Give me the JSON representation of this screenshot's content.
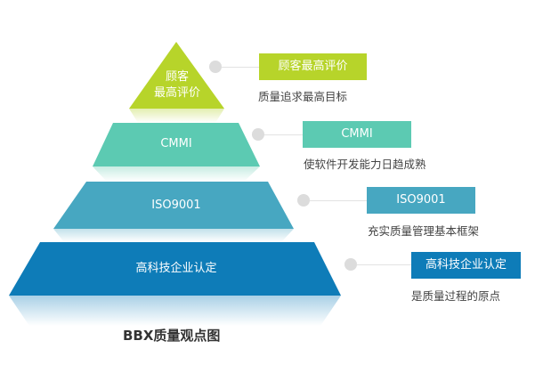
{
  "title": "BBX质量观点图",
  "tiers": [
    {
      "label_lines": [
        "顾客",
        "最高评价"
      ],
      "tag": "顾客最高评价",
      "description": "质量追求最高目标",
      "color": "#b7d42a",
      "reflect_color": "#e3eeb0"
    },
    {
      "label_lines": [
        "CMMI"
      ],
      "tag": "CMMI",
      "description": "使软件开发能力日趋成熟",
      "color": "#5ccab2",
      "reflect_color": "#c8ece3"
    },
    {
      "label_lines": [
        "ISO9001"
      ],
      "tag": "ISO9001",
      "description": "充实质量管理基本框架",
      "color": "#47a7c1",
      "reflect_color": "#c2e1ea"
    },
    {
      "label_lines": [
        "高科技企业认定"
      ],
      "tag": "高科技企业认定",
      "description": "是质量过程的原点",
      "color": "#0e7cb8",
      "reflect_color": "#a9d0e6"
    }
  ],
  "connector_color": "#dcdcdc"
}
